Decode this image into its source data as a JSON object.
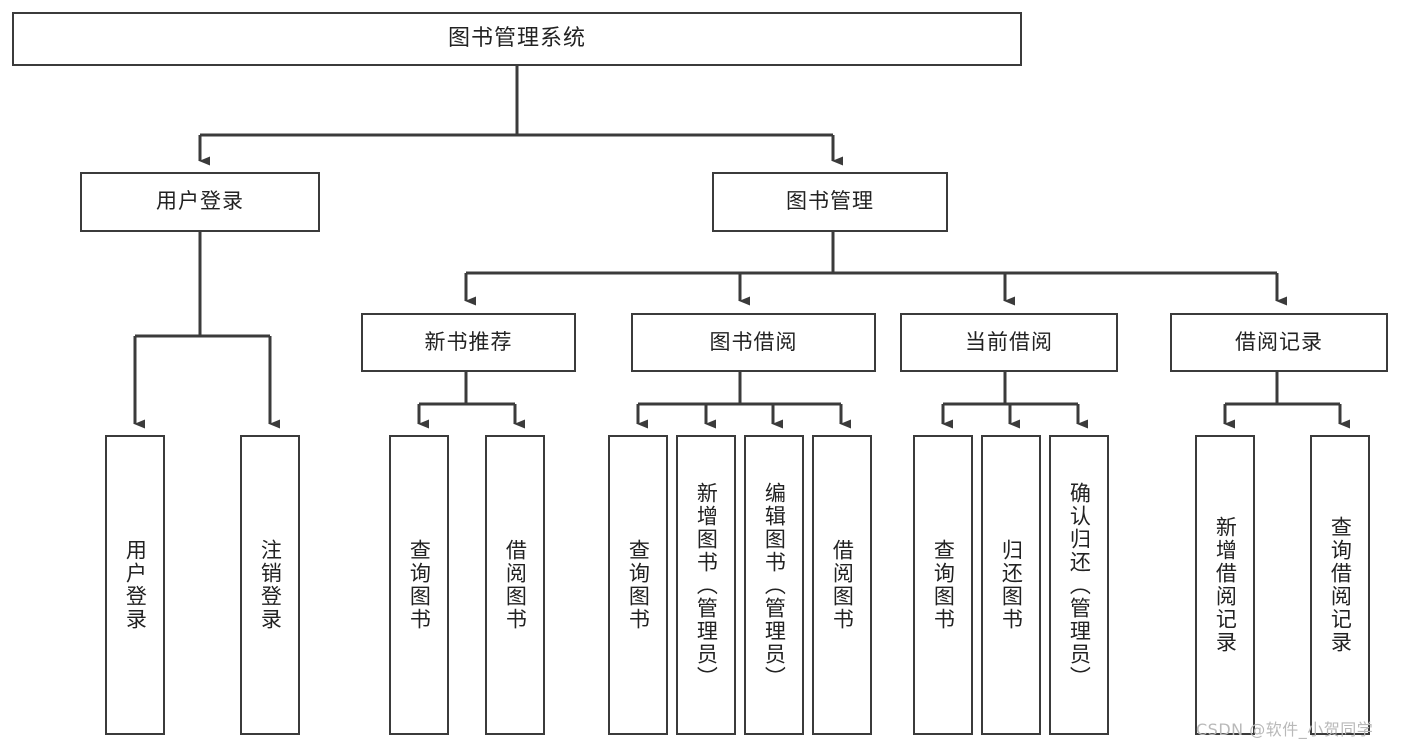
{
  "diagram": {
    "type": "tree",
    "title": "图书管理系统",
    "watermark": "CSDN @软件_小贺同学",
    "colors": {
      "box_border": "#3b3b3b",
      "box_fill": "#ffffff",
      "connector": "#3b3b3b",
      "text": "#222222",
      "watermark": "#b9b9b9",
      "background": "#ffffff"
    },
    "levels": {
      "root": {
        "label": "图书管理系统"
      },
      "level2": [
        {
          "label": "用户登录"
        },
        {
          "label": "图书管理"
        }
      ],
      "level3": [
        {
          "label": "新书推荐"
        },
        {
          "label": "图书借阅"
        },
        {
          "label": "当前借阅"
        },
        {
          "label": "借阅记录"
        }
      ],
      "leaves": {
        "user_login": [
          {
            "label": "用户登录"
          },
          {
            "label": "注销登录"
          }
        ],
        "new_book": [
          {
            "label": "查询图书"
          },
          {
            "label": "借阅图书"
          }
        ],
        "book_borrow": [
          {
            "label": "查询图书"
          },
          {
            "label": "新增图书（管理员）"
          },
          {
            "label": "编辑图书（管理员）"
          },
          {
            "label": "借阅图书"
          }
        ],
        "current_borrow": [
          {
            "label": "查询图书"
          },
          {
            "label": "归还图书"
          },
          {
            "label": "确认归还（管理员）"
          }
        ],
        "borrow_record": [
          {
            "label": "新增借阅记录"
          },
          {
            "label": "查询借阅记录"
          }
        ]
      }
    }
  }
}
